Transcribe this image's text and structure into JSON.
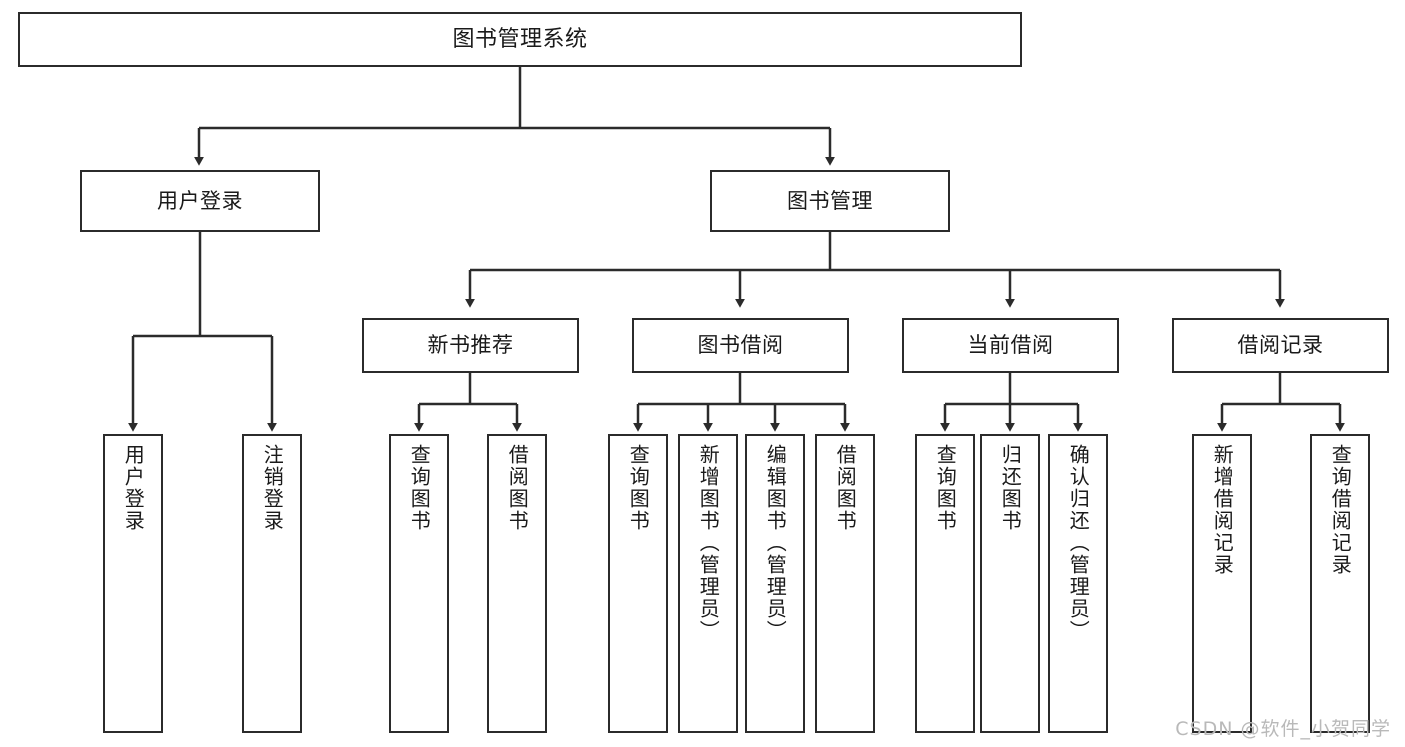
{
  "diagram": {
    "title": "图书管理系统",
    "type": "functional-decomposition-tree",
    "root": {
      "label": "图书管理系统"
    },
    "level2": [
      {
        "label": "用户登录"
      },
      {
        "label": "图书管理"
      }
    ],
    "level3": [
      {
        "label": "新书推荐"
      },
      {
        "label": "图书借阅"
      },
      {
        "label": "当前借阅"
      },
      {
        "label": "借阅记录"
      }
    ],
    "leaves": {
      "user_login": [
        {
          "label": "用户登录"
        },
        {
          "label": "注销登录"
        }
      ],
      "new_book_recommend": [
        {
          "label": "查询图书"
        },
        {
          "label": "借阅图书"
        }
      ],
      "book_borrow": [
        {
          "label": "查询图书"
        },
        {
          "label": "新增图书（管理员）"
        },
        {
          "label": "编辑图书（管理员）"
        },
        {
          "label": "借阅图书"
        }
      ],
      "current_borrow": [
        {
          "label": "查询图书"
        },
        {
          "label": "归还图书"
        },
        {
          "label": "确认归还（管理员）"
        }
      ],
      "borrow_record": [
        {
          "label": "新增借阅记录"
        },
        {
          "label": "查询借阅记录"
        }
      ]
    }
  },
  "watermark": {
    "text": "CSDN @软件_小贺同学"
  },
  "colors": {
    "stroke": "#2b2b2b",
    "text": "#1a1a1a",
    "background": "#ffffff",
    "watermark": "#b9b9b9"
  }
}
